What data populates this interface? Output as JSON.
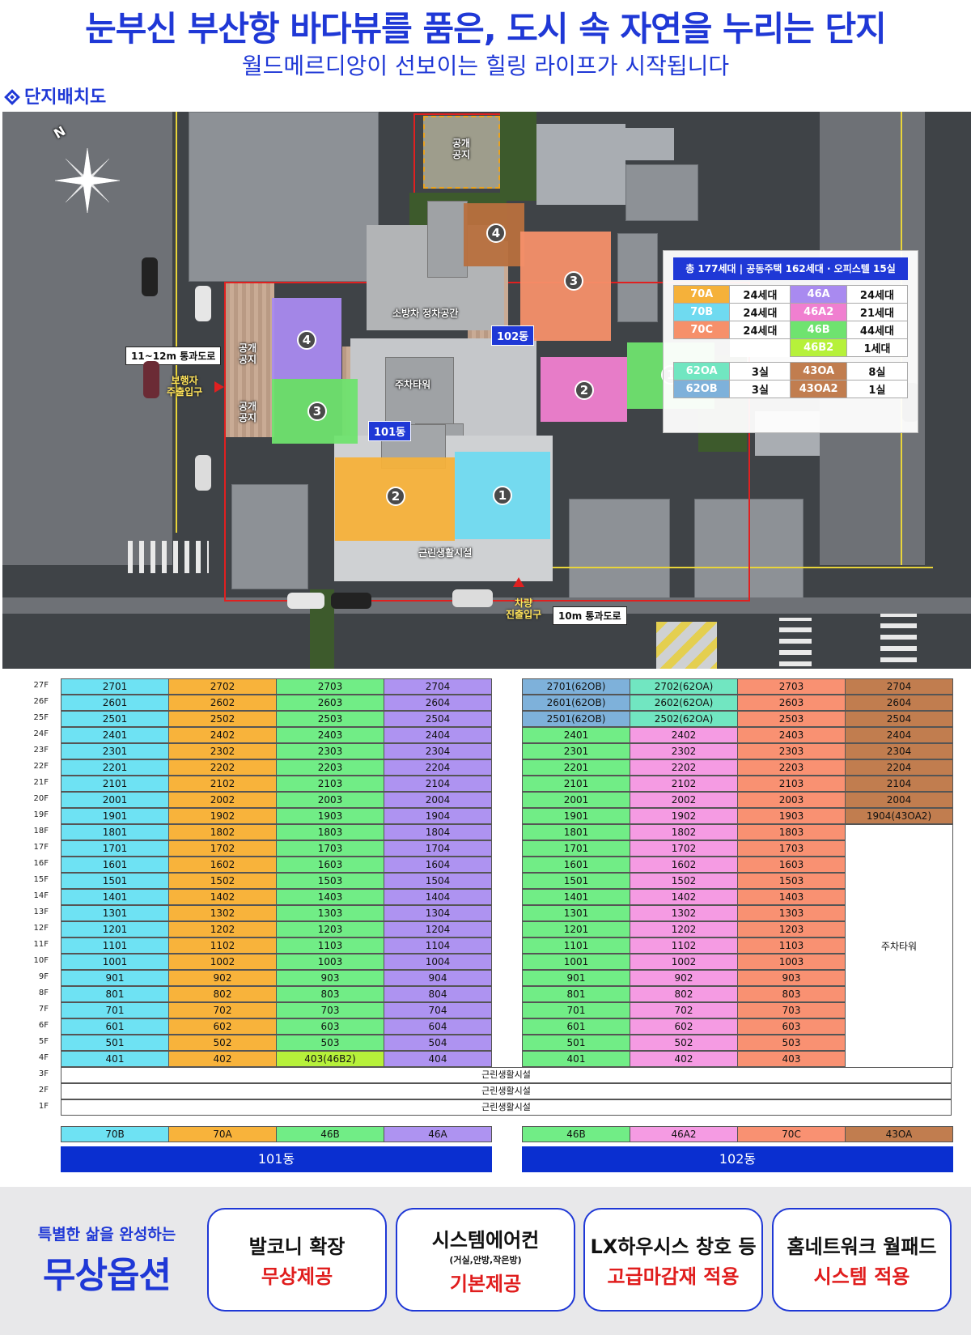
{
  "header": {
    "title": "눈부신 부산항 바다뷰를 품은, 도시 속 자연을 누리는 단지",
    "subtitle": "월드메르디앙이 선보이는 힐링 라이프가 시작됩니다",
    "section": "단지배치도"
  },
  "map": {
    "compass_label": "N",
    "labels": {
      "public_space": "공개\n공지",
      "fire_truck": "소방차 정차공간",
      "parking_tower": "주차타워",
      "retail": "근린생활시설",
      "road_west": "11~12m 통과도로",
      "road_south": "10m 통과도로",
      "pedestrian": "보행자\n주출입구",
      "vehicle": "차량\n진출입구",
      "dong101": "101동",
      "dong102": "102동"
    },
    "badges": [
      "1",
      "2",
      "3",
      "4"
    ],
    "legend": {
      "header": "총 177세대 | 공동주택 162세대 · 오피스텔 15실",
      "rows": [
        [
          {
            "type": "70A",
            "color": "#f5b13a",
            "count": "24세대"
          },
          {
            "type": "46A",
            "color": "#a98af0",
            "count": "24세대"
          }
        ],
        [
          {
            "type": "70B",
            "color": "#6fdaf0",
            "count": "24세대"
          },
          {
            "type": "46A2",
            "color": "#f07fd0",
            "count": "21세대"
          }
        ],
        [
          {
            "type": "70C",
            "color": "#f6906a",
            "count": "24세대"
          },
          {
            "type": "46B",
            "color": "#6fe36f",
            "count": "44세대"
          }
        ],
        [
          null,
          {
            "type": "46B2",
            "color": "#b6f13a",
            "count": "1세대"
          }
        ]
      ],
      "office_rows": [
        [
          {
            "type": "62OA",
            "color": "#71e6c1",
            "count": "3실"
          },
          {
            "type": "43OA",
            "color": "#c17d4f",
            "count": "8실"
          }
        ],
        [
          {
            "type": "62OB",
            "color": "#7eb1da",
            "count": "3실"
          },
          {
            "type": "43OA2",
            "color": "#c17d4f",
            "count": "1실"
          }
        ]
      ]
    }
  },
  "floor_table": {
    "floors": [
      "27F",
      "26F",
      "25F",
      "24F",
      "23F",
      "22F",
      "21F",
      "20F",
      "19F",
      "18F",
      "17F",
      "16F",
      "15F",
      "14F",
      "13F",
      "12F",
      "11F",
      "10F",
      "9F",
      "8F",
      "7F",
      "6F",
      "5F",
      "4F",
      "3F",
      "2F",
      "1F"
    ],
    "retail_label": "근린생활시설",
    "parking_label": "주차타워",
    "b101": {
      "name": "101동",
      "types": [
        {
          "label": "70B",
          "color": "blue"
        },
        {
          "label": "70A",
          "color": "orange"
        },
        {
          "label": "46B",
          "color": "green"
        },
        {
          "label": "46A",
          "color": "purple"
        }
      ],
      "special": {
        "403": {
          "text": "403(46B2)",
          "color": "lime"
        }
      }
    },
    "b102": {
      "name": "102동",
      "types": [
        {
          "label": "46B",
          "color": "green"
        },
        {
          "label": "46A2",
          "color": "pink"
        },
        {
          "label": "70C",
          "color": "coral"
        },
        {
          "label": "43OA",
          "color": "brown"
        }
      ],
      "special": {
        "2701": {
          "text": "2701(62OB)",
          "color": "steel"
        },
        "2601": {
          "text": "2601(62OB)",
          "color": "steel"
        },
        "2501": {
          "text": "2501(62OB)",
          "color": "steel"
        },
        "2702": {
          "text": "2702(62OA)",
          "color": "teal"
        },
        "2602": {
          "text": "2602(62OA)",
          "color": "teal"
        },
        "2502": {
          "text": "2502(62OA)",
          "color": "teal"
        },
        "1904": {
          "text": "1904(43OA2)",
          "color": "brown"
        }
      }
    }
  },
  "options": {
    "intro_small": "특별한 삶을 완성하는",
    "intro_big": "무상옵션",
    "cards": [
      {
        "line1": "발코니 확장",
        "sub": "",
        "line2": "무상제공"
      },
      {
        "line1": "시스템에어컨",
        "sub": "(거실,안방,작은방)",
        "line2": "기본제공"
      },
      {
        "line1": "LX하우시스 창호 등",
        "sub": "",
        "line2": "고급마감재 적용"
      },
      {
        "line1": "홈네트워크 월패드",
        "sub": "",
        "line2": "시스템 적용"
      }
    ]
  }
}
